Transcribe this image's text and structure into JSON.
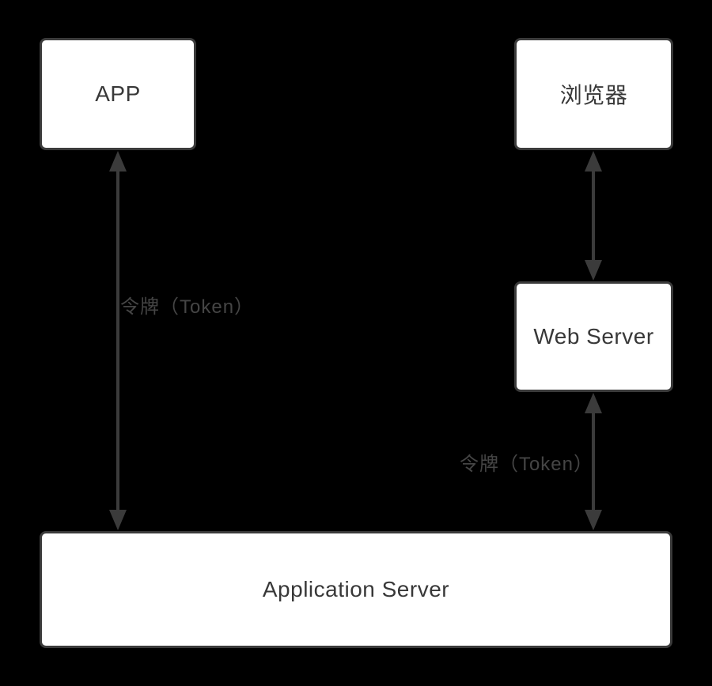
{
  "diagram": {
    "type": "architecture-flow",
    "background_color": "#000000",
    "colors": {
      "node_fill": "#ffffff",
      "node_border": "#3b3b3b",
      "node_text": "#383838",
      "arrow": "#3b3b3b",
      "edge_label_text": "#454545"
    },
    "nodes": [
      {
        "id": "app",
        "label": "APP"
      },
      {
        "id": "browser",
        "label": "浏览器"
      },
      {
        "id": "web_server",
        "label": "Web Server"
      },
      {
        "id": "application_server",
        "label": "Application Server"
      }
    ],
    "edges": [
      {
        "from": "app",
        "to": "application_server",
        "direction": "bidirectional",
        "label": "令牌（Token）"
      },
      {
        "from": "browser",
        "to": "web_server",
        "direction": "bidirectional"
      },
      {
        "from": "web_server",
        "to": "application_server",
        "direction": "bidirectional",
        "label": "令牌（Token）"
      }
    ]
  }
}
